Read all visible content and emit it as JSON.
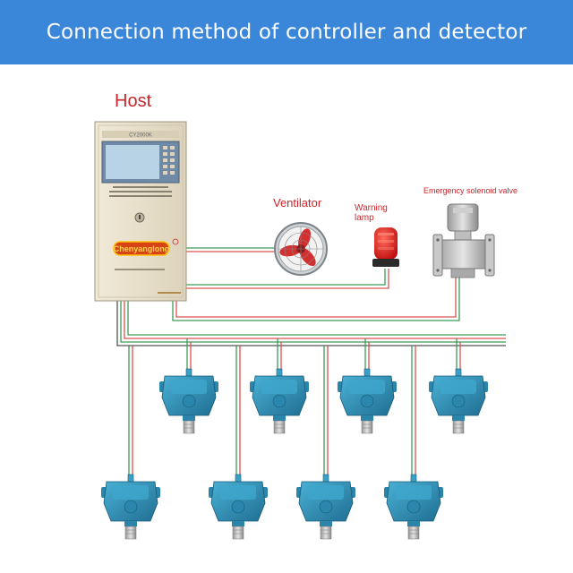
{
  "header": {
    "title": "Connection method of controller and detector"
  },
  "labels": {
    "host": "Host",
    "ventilator": "Ventilator",
    "warning_lamp_line1": "Warning",
    "warning_lamp_line2": "lamp",
    "solenoid_valve": "Emergency solenoid valve"
  },
  "controller": {
    "brand_plate": "Chenyanglong",
    "model": "CY2000K"
  },
  "colors": {
    "banner": "#3a86d8",
    "label_red": "#c8262c",
    "wire_red": "#d9534f",
    "wire_green": "#3d9b57",
    "wire_gray": "#666666",
    "cabinet": "#e9e1cd",
    "detector": "#2f8eb5"
  },
  "detectors": {
    "top_row_count": 4,
    "bottom_row_count": 4
  }
}
